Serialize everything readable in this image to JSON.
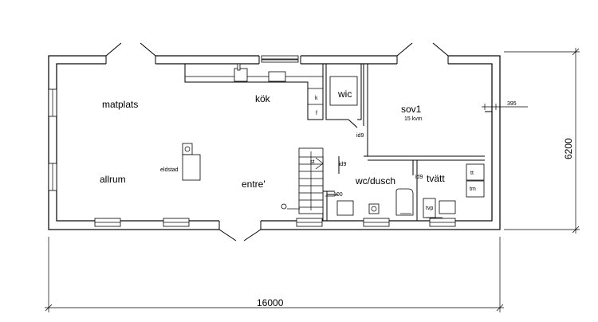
{
  "rooms": {
    "matplats": "matplats",
    "kok": "kök",
    "wic": "wic",
    "sov1": "sov1",
    "sov1_area": "15 kvm",
    "allrum": "allrum",
    "eldstad": "eldstad",
    "entre": "entre'",
    "wc_dusch": "wc/dusch",
    "tvatt": "tvätt"
  },
  "fixtures": {
    "k": "k",
    "f": "f",
    "st": "st",
    "tt": "tt",
    "tm": "tm",
    "tvp": "tvp"
  },
  "door_labels": {
    "id9_bedroom": "id9",
    "id9_wc": "id9",
    "id9_laundry": "id9"
  },
  "dimensions": {
    "width": "16000",
    "height": "6200",
    "wall_offset": "395",
    "stair_step": "100"
  }
}
